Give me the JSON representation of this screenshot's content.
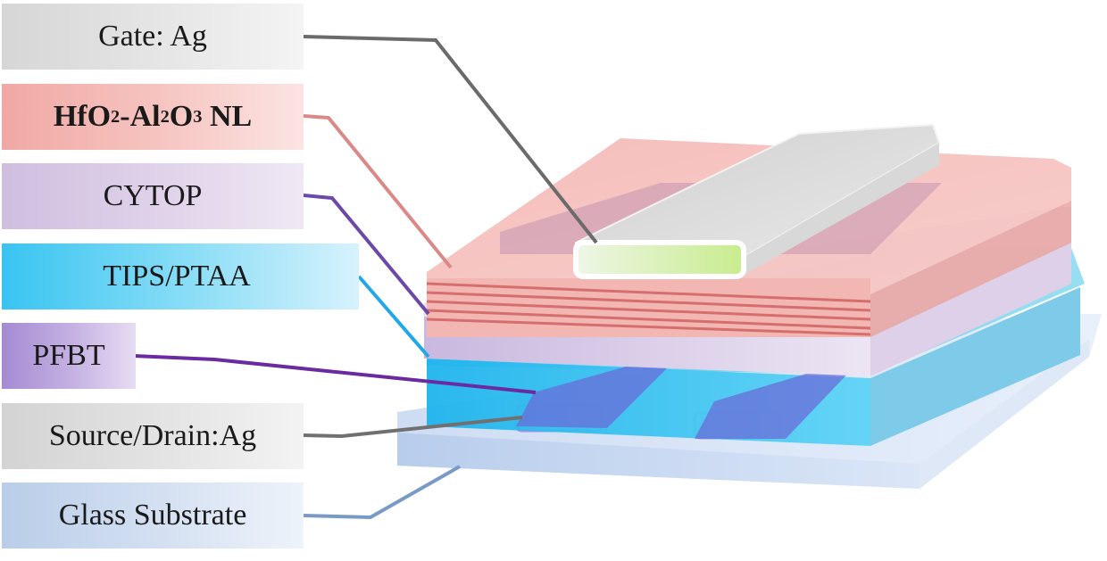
{
  "labels": {
    "gate": "Gate: Ag",
    "dielectric_nl": {
      "part1": "HfO",
      "sub1": "2",
      "part2": "-Al",
      "sub2": "2",
      "part3": "O",
      "sub3": "3",
      "part4": " NL"
    },
    "cytop": "CYTOP",
    "semiconductor": "TIPS/PTAA",
    "sam": "PFBT",
    "source_drain": "Source/Drain:Ag",
    "substrate": "Glass Substrate"
  },
  "colors": {
    "gate": "#e4e4e4",
    "dielectric_nl": "#f2aca8",
    "cytop": "#dccfe6",
    "semiconductor": "#39c3ef",
    "sam": "#7e58c3",
    "source_drain": "#ececec",
    "substrate": "#d3e1f4",
    "leader_gate": "#6b6b6b",
    "leader_nl": "#d98a88",
    "leader_cytop": "#6c48a8",
    "leader_tips": "#22a8e6",
    "leader_pfbt": "#6a2aa0",
    "leader_sd": "#707070",
    "leader_glass": "#7a9ac6"
  }
}
